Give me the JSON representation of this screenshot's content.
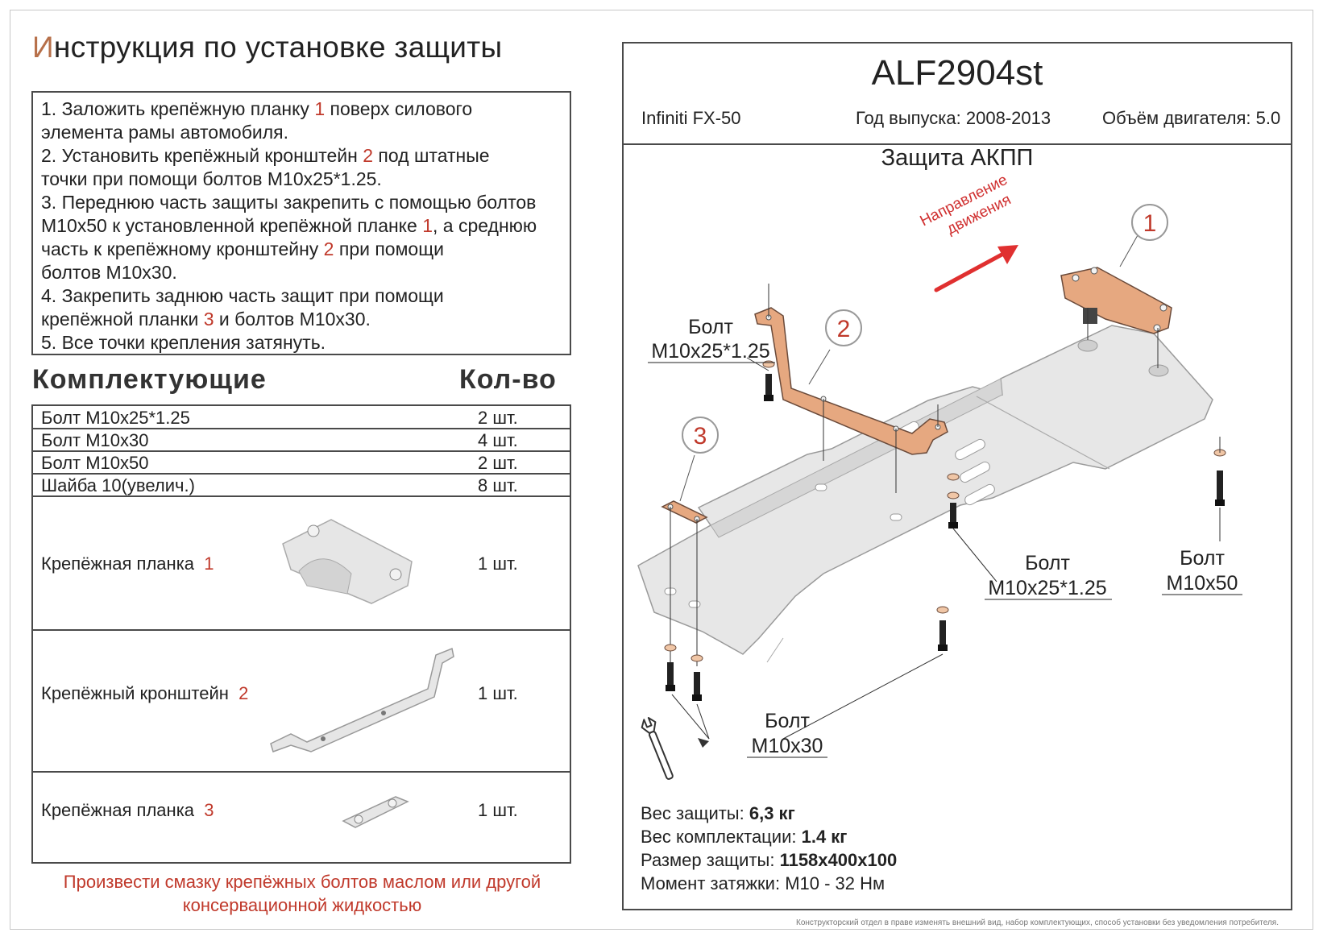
{
  "title": {
    "first_letter": "И",
    "rest": "нструкция по установке защиты"
  },
  "instructions": [
    [
      {
        "t": "1.  Заложить крепёжную планку "
      },
      {
        "t": "1",
        "red": true
      },
      {
        "t": " поверх силового"
      }
    ],
    [
      {
        "t": "элемента рамы автомобиля."
      }
    ],
    [
      {
        "t": "2.  Установить крепёжный кронштейн "
      },
      {
        "t": "2",
        "red": true
      },
      {
        "t": " под штатные"
      }
    ],
    [
      {
        "t": "точки при помощи болтов М10х25*1.25."
      }
    ],
    [
      {
        "t": "3.  Переднюю часть защиты закрепить с помощью болтов"
      }
    ],
    [
      {
        "t": "М10х50 к установленной крепёжной планке "
      },
      {
        "t": "1",
        "red": true
      },
      {
        "t": ", а среднюю"
      }
    ],
    [
      {
        "t": "часть к крепёжному кронштейну "
      },
      {
        "t": "2",
        "red": true
      },
      {
        "t": " при помощи"
      }
    ],
    [
      {
        "t": "болтов М10х30."
      }
    ],
    [
      {
        "t": "4.  Закрепить заднюю часть защит при помощи"
      }
    ],
    [
      {
        "t": "крепёжной планки "
      },
      {
        "t": "3",
        "red": true
      },
      {
        "t": " и болтов М10х30."
      }
    ],
    [
      {
        "t": "5.  Все точки крепления затянуть."
      }
    ]
  ],
  "components_header": "Комплектующие",
  "qty_header": "Кол-во",
  "components": [
    {
      "name": "Болт М10х25*1.25",
      "qty": "2 шт."
    },
    {
      "name": "Болт М10х30",
      "qty": "4 шт."
    },
    {
      "name": "Болт М10х50",
      "qty": "2 шт."
    },
    {
      "name": "Шайба 10(увелич.)",
      "qty": "8 шт."
    },
    {
      "name": "Крепёжная планка",
      "num": "1",
      "qty": "1 шт."
    },
    {
      "name": "Крепёжный кронштейн",
      "num": "2",
      "qty": "1 шт."
    },
    {
      "name": "Крепёжная планка",
      "num": "3",
      "qty": "1 шт."
    }
  ],
  "note": "Произвести смазку крепёжных болтов маслом или другой консервационной жидкостью",
  "product": {
    "code": "ALF2904st",
    "car": "Infiniti FX-50",
    "year": "Год выпуска: 2008-2013",
    "engine": "Объём двигателя: 5.0",
    "subtitle": "Защита АКПП"
  },
  "drawing": {
    "direction_line1": "Направление",
    "direction_line2": "движения",
    "callout_1": "1",
    "callout_2": "2",
    "callout_3": "3",
    "bolt_word": "Болт",
    "bolt_a": "М10х25*1.25",
    "bolt_b": "М10х25*1.25",
    "bolt_c": "М10х50",
    "bolt_d": "М10х30",
    "accent": "#e08a5e",
    "arrow_color": "#e03030"
  },
  "specs": [
    {
      "label": "Вес защиты: ",
      "value": "6,3 кг"
    },
    {
      "label": "Вес комплектации: ",
      "value": "1.4 кг"
    },
    {
      "label": "Размер защиты: ",
      "value": "1158х400х100"
    },
    {
      "label": "Момент затяжки:  ",
      "value": "М10 - 32 Нм"
    }
  ],
  "disclaimer": "Конструкторский отдел в праве изменять внешний вид, набор комплектующих, способ установки без уведомления потребителя."
}
